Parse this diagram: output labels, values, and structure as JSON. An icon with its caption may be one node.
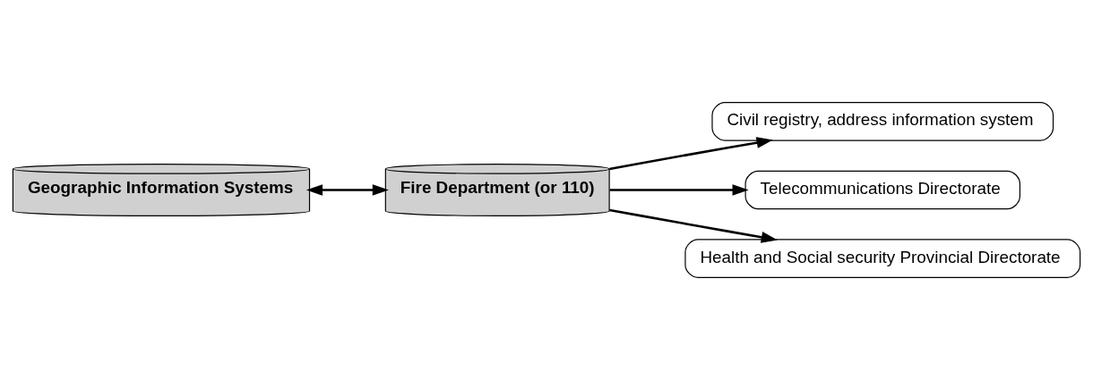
{
  "diagram": {
    "nodes": [
      {
        "text": [
          "Geographic Information Systems"
        ]
      },
      {
        "text": [
          "Fire Department (or 110)"
        ]
      },
      {
        "text": [
          "Civil registry, address information system"
        ]
      },
      {
        "text": [
          "Telecommunications Directorate"
        ]
      },
      {
        "text": [
          "Health and Social security Provincial Directorate"
        ]
      }
    ],
    "edges": [
      {
        "from": 0,
        "to": 1,
        "arrow": "both"
      },
      {
        "from": 1,
        "to": 2,
        "arrow": "to"
      },
      {
        "from": 1,
        "to": 3,
        "arrow": "to"
      },
      {
        "from": 1,
        "to": 4,
        "arrow": "to"
      }
    ]
  }
}
